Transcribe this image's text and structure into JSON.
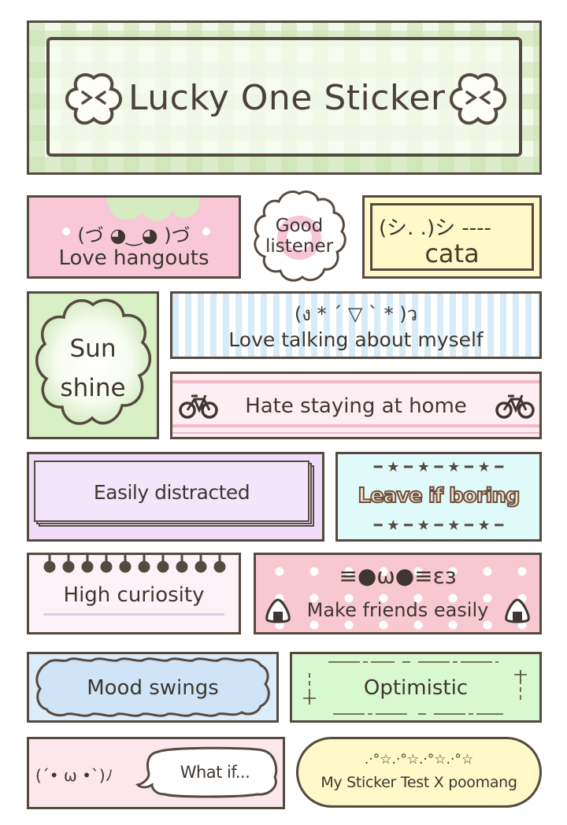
{
  "header": {
    "title": "Lucky One Sticker",
    "clover_face": "><"
  },
  "stickers": {
    "hangouts": {
      "emoticon": "(づ ◕‿◕ )づ",
      "label": "Love hangouts"
    },
    "listener": {
      "line1": "Good",
      "line2": "listener"
    },
    "cata": {
      "emoticon": "(シ. .)シ ----",
      "label": "cata"
    },
    "sunshine": {
      "line1": "Sun",
      "line2": "shine"
    },
    "talking": {
      "emoticon": "(ง * ´ ▽ ` * )ว",
      "label": "Love talking about myself"
    },
    "home": {
      "label": "Hate staying at home",
      "icon": "bicycle-icon"
    },
    "distracted": {
      "label": "Easily distracted"
    },
    "boring": {
      "label": "Leave if boring",
      "stars": "━ ★ ━ ★ ━ ★ ━ ★ ━"
    },
    "curiosity": {
      "label": "High curiosity"
    },
    "friends": {
      "emoticon": "≡●ω●≡ɛз",
      "label": "Make friends easily",
      "icon": "onigiri-icon"
    },
    "mood": {
      "label": "Mood swings"
    },
    "optimistic": {
      "label": "Optimistic"
    },
    "whatif": {
      "emoticon": "(´• ω •`)ﾉ",
      "bubble": "What if..."
    },
    "test": {
      "stars": ".·°☆.·°☆.·°☆.·°☆",
      "label": "My Sticker Test  X poomang"
    }
  },
  "colors": {
    "outline": "#554a40",
    "green": "#e2f0d0",
    "pink": "#f8c8d8",
    "yellow": "#fff8c8",
    "blue": "#dceef8",
    "lavender": "#eedcf8",
    "mint": "#e0fafa",
    "mintgreen": "#d8f8d0"
  }
}
